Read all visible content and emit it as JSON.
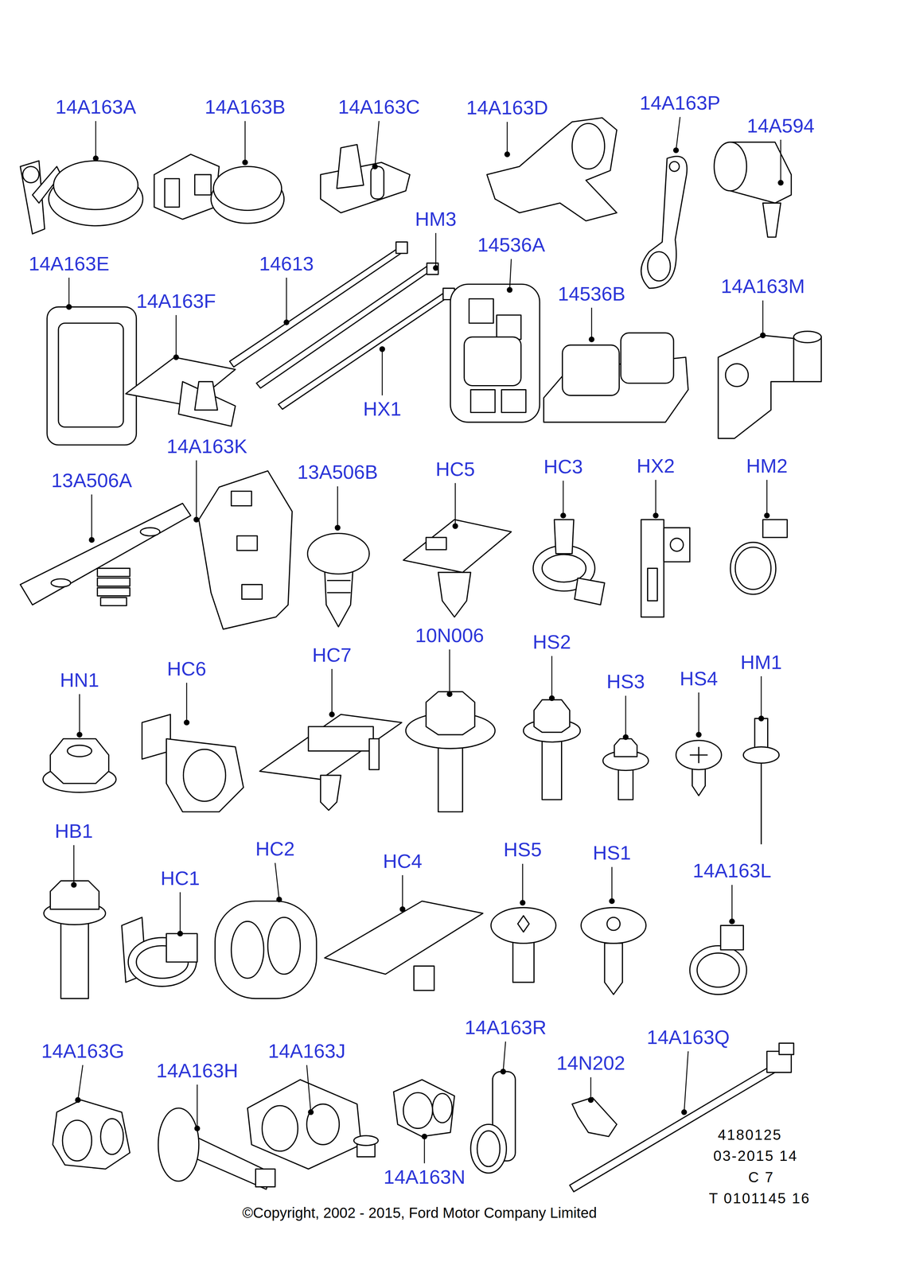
{
  "diagram": {
    "caption": "©Copyright, 2002 - 2015, Ford Motor Company Limited",
    "labels": [
      "14A163A",
      "14A163B",
      "14A163C",
      "14A163D",
      "14A163P",
      "14A594",
      "HM3",
      "14A163E",
      "14613",
      "14536A",
      "14536B",
      "14A163F",
      "14A163M",
      "HX1",
      "14A163K",
      "13A506A",
      "13A506B",
      "HC5",
      "HC3",
      "HX2",
      "HM2",
      "HN1",
      "HC6",
      "HC7",
      "10N006",
      "HS2",
      "HS3",
      "HS4",
      "HM1",
      "HB1",
      "HC1",
      "HC2",
      "HC4",
      "HS5",
      "HS1",
      "14A163L",
      "14A163R",
      "14A163Q",
      "14A163G",
      "14A163H",
      "14A163J",
      "14N202",
      "14A163N",
      "4180125",
      "03-2015 14",
      "C 7",
      "T 0101145 16"
    ]
  }
}
